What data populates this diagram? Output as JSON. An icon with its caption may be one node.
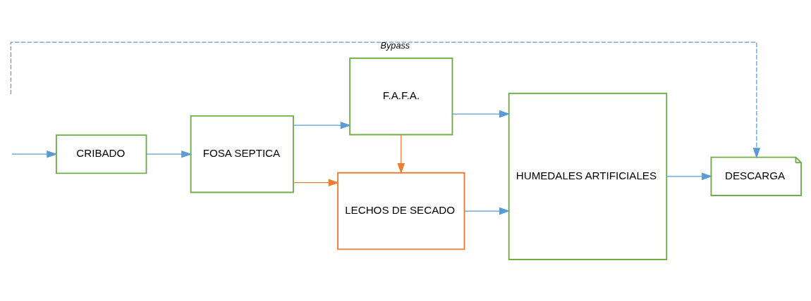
{
  "diagram": {
    "nodes": [
      {
        "text": [
          "CRIBADO"
        ]
      },
      {
        "text": [
          "FOSA SEPTICA"
        ]
      },
      {
        "text": [
          "F.A.F.A."
        ]
      },
      {
        "text": [
          "LECHOS DE SECADO"
        ]
      },
      {
        "text": [
          "HUMEDALES ARTIFICIALES"
        ]
      },
      {
        "text": [
          "DESCARGA"
        ]
      }
    ],
    "edges": [
      {
        "from": null,
        "to": 0,
        "arrow": "to"
      },
      {
        "from": 0,
        "to": 1,
        "arrow": "to"
      },
      {
        "from": 1,
        "to": 2,
        "arrow": "to"
      },
      {
        "from": 2,
        "to": 4,
        "arrow": "to"
      },
      {
        "from": 2,
        "to": 3,
        "arrow": "to",
        "color": "#ed7d31"
      },
      {
        "from": 1,
        "to": 3,
        "arrow": "to",
        "color": "#ed7d31"
      },
      {
        "from": 3,
        "to": 4,
        "arrow": "to"
      },
      {
        "from": 4,
        "to": 5,
        "arrow": "to"
      },
      {
        "from": null,
        "to": 5,
        "arrow": "to",
        "style": "dashed",
        "label": "Bypass"
      }
    ]
  }
}
